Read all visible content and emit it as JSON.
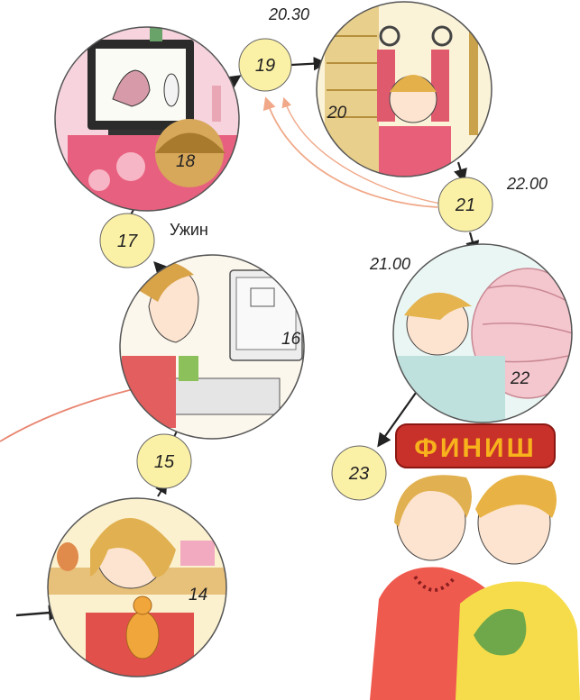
{
  "times": {
    "t2030": "20.30",
    "t2200": "22.00",
    "t2100": "21.00"
  },
  "labels": {
    "dinner": "Ужин",
    "finish": "ФИНИШ"
  },
  "badges": {
    "b15": "15",
    "b17": "17",
    "b19": "19",
    "b21": "21",
    "b23": "23"
  },
  "pictures": {
    "p14": "14",
    "p16": "16",
    "p18": "18",
    "p20": "20",
    "p22": "22"
  },
  "colors": {
    "badge": "#fbf1a6",
    "arrow": "#222222",
    "return_arrow": "#f0a888",
    "finish_bg": "#c8302a",
    "finish_text": "#f7b21c"
  }
}
